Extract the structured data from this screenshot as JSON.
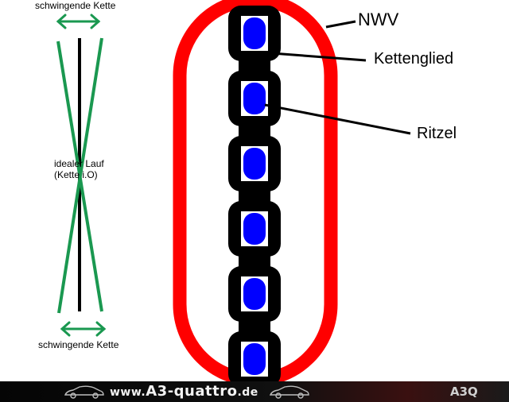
{
  "labels": {
    "top": "schwingende Kette",
    "bottom": "schwingende Kette",
    "ideal_line1": "idealer Lauf",
    "ideal_line2": "(Kette i.O)",
    "nwv": "NWV",
    "kettenglied": "Kettenglied",
    "ritzel": "Ritzel"
  },
  "footer": {
    "url_prefix": "www.",
    "url_brand": "A3-quattro",
    "url_suffix": ".de",
    "logo": "A3Q"
  },
  "colors": {
    "outer_track": "#ff0000",
    "chain_link": "#000000",
    "pin": "#0000ff",
    "swing_line": "#1a9850",
    "ideal_line": "#000000"
  },
  "chain": {
    "link_count": 6
  }
}
